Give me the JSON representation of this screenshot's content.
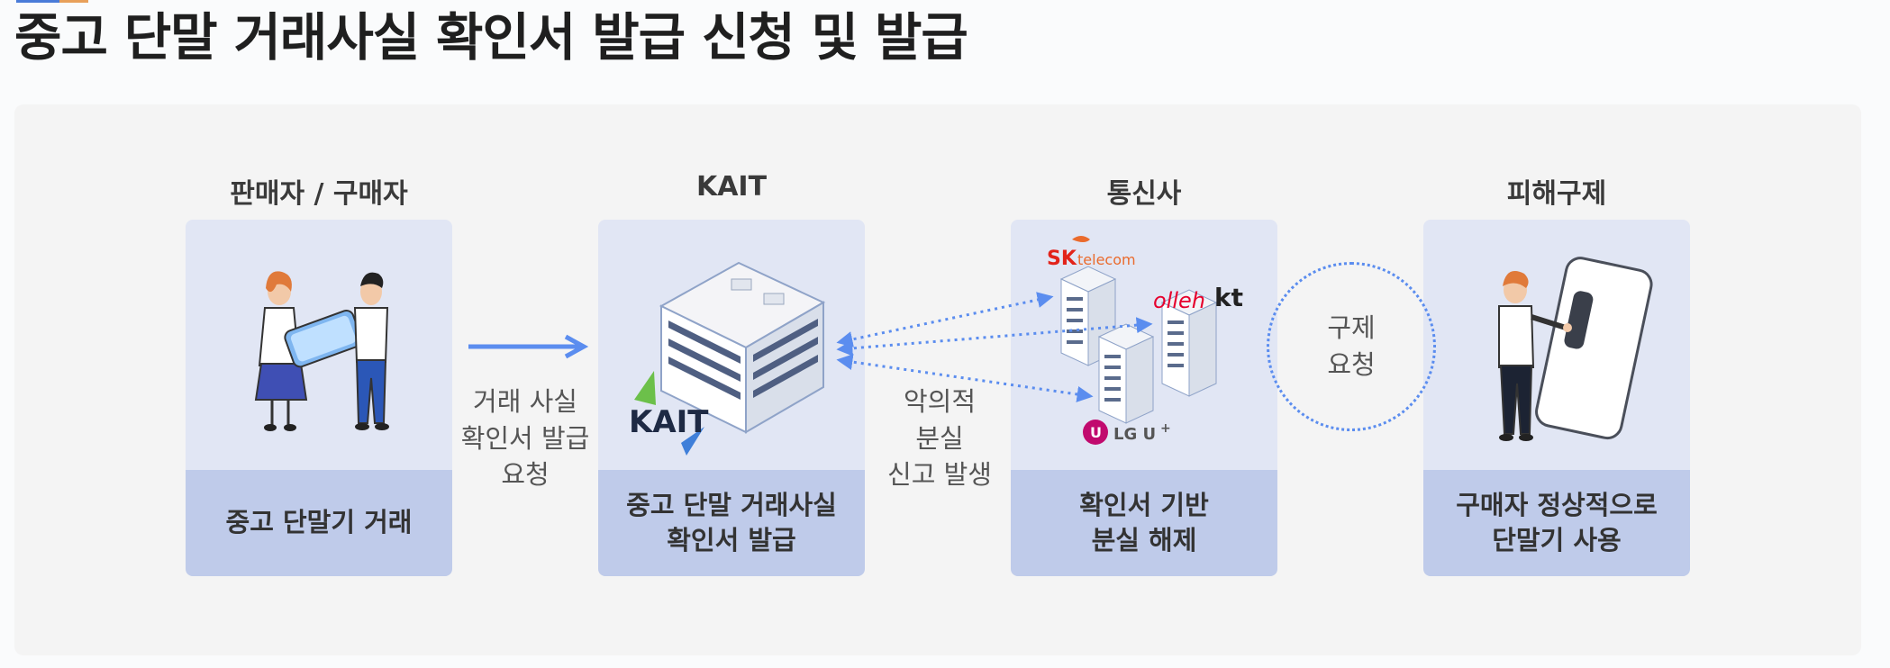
{
  "page": {
    "title": "중고 단말 거래사실 확인서 발급 신청 및 발급"
  },
  "columns": [
    {
      "title": "판매자 / 구매자",
      "caption": "중고 단말기 거래"
    },
    {
      "title": "KAIT",
      "caption": "중고 단말 거래사실\n확인서 발급"
    },
    {
      "title": "통신사",
      "caption": "확인서 기반\n분실 해제"
    },
    {
      "title": "피해구제",
      "caption": "구매자 정상적으로\n단말기 사용"
    }
  ],
  "connectors": {
    "request_issue": "거래 사실\n확인서 발급\n요청",
    "malicious_report": "악의적\n분실\n신고 발생",
    "relief_request": "구제\n요청"
  },
  "logos": {
    "kait": "KAIT",
    "sk_main": "SK",
    "sk_sub": "telecom",
    "kt_main": "olleh",
    "kt_sub": "kt",
    "lg_main": "LG U",
    "lg_plus": "+"
  },
  "colors": {
    "accent": "#5b8def",
    "card_bg": "#e1e6f4",
    "caption_bg": "#bfcbea",
    "sk_orange": "#ea6b2d",
    "sk_red": "#e2231a",
    "kt_red": "#e6002d",
    "lg_magenta": "#c10a6e"
  }
}
